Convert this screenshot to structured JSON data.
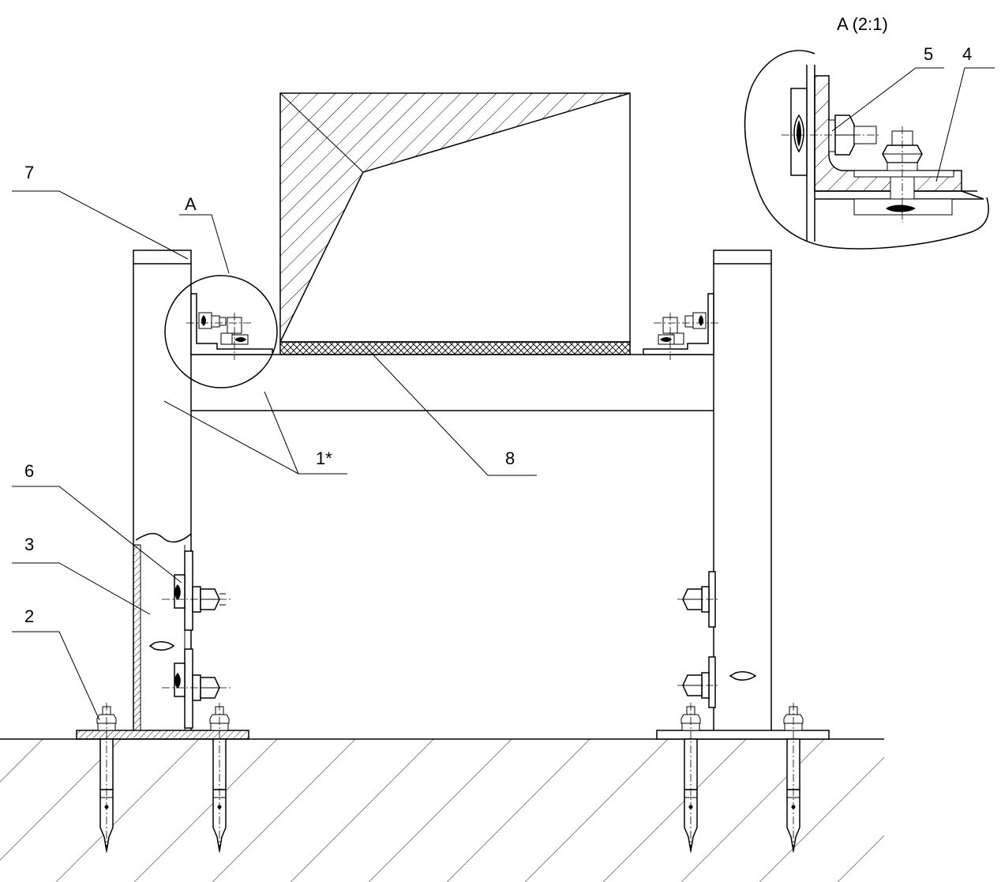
{
  "drawing": {
    "detail_title": "A (2:1)",
    "detail_marker": "A",
    "callouts": {
      "c1": "1*",
      "c2": "2",
      "c3": "3",
      "c4": "4",
      "c5": "5",
      "c6": "6",
      "c7": "7",
      "c8": "8"
    }
  }
}
